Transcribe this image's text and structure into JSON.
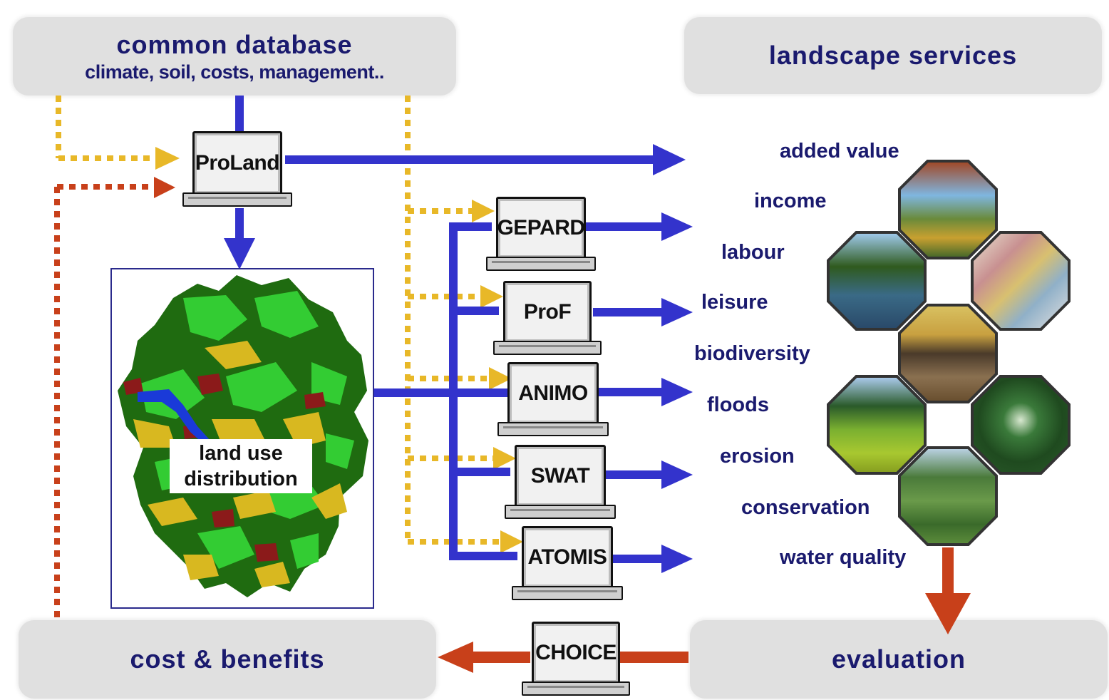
{
  "panels": {
    "common_database": {
      "title": "common database",
      "subtitle": "climate, soil, costs, management.."
    },
    "landscape_services": {
      "title": "landscape services"
    },
    "cost_benefits": {
      "title": "cost & benefits"
    },
    "evaluation": {
      "title": "evaluation"
    }
  },
  "models": {
    "proland": "ProLand",
    "gepard": "GEPARD",
    "prof": "ProF",
    "animo": "ANIMO",
    "swat": "SWAT",
    "atomis": "ATOMIS",
    "choice": "CHOICE"
  },
  "map": {
    "label_line1": "land use",
    "label_line2": "distribution"
  },
  "services": [
    "added value",
    "income",
    "labour",
    "leisure",
    "biodiversity",
    "floods",
    "erosion",
    "conservation",
    "water quality"
  ],
  "colors": {
    "flow_blue": "#3333cc",
    "data_yellow": "#e8b828",
    "feedback_red": "#c8401a",
    "panel_text": "#1a1a6e",
    "forest": "#1f6b10",
    "grassland": "#33cc33",
    "arable": "#d8b820",
    "urban": "#8b1a1a",
    "water": "#1a3ad8"
  }
}
